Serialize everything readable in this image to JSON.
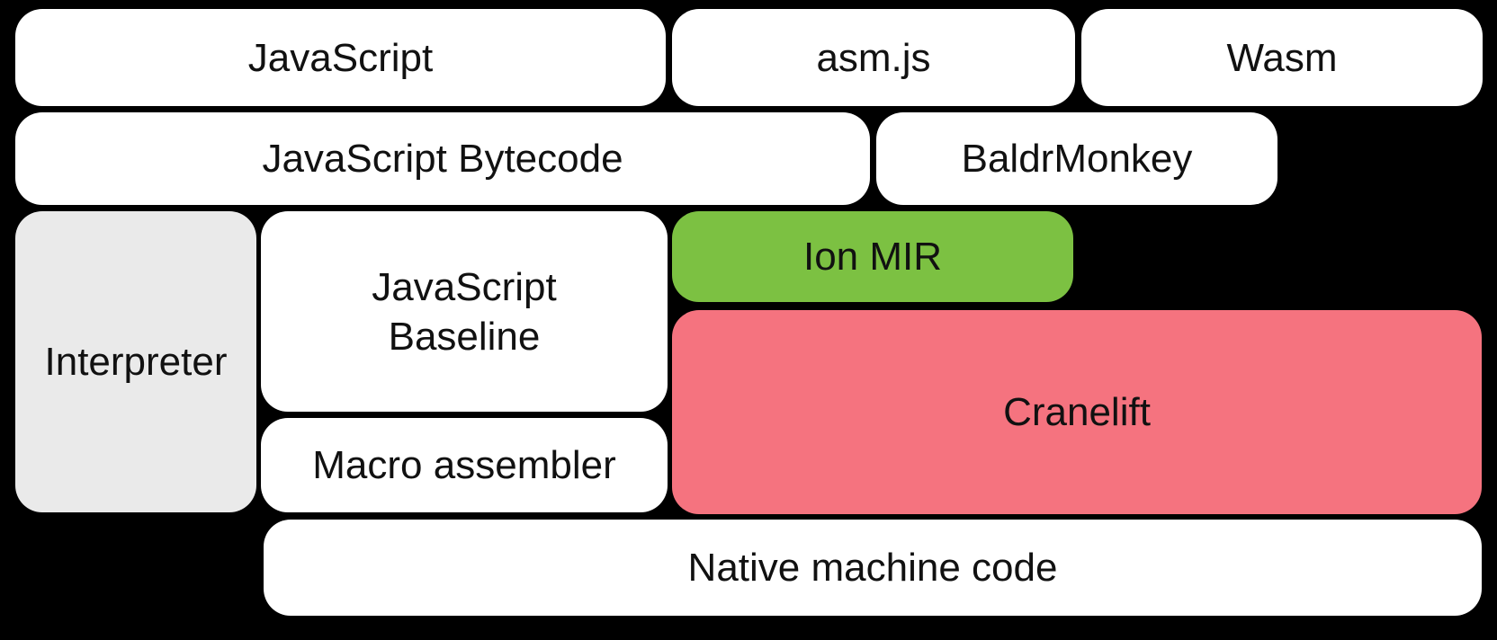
{
  "colors": {
    "background": "#000000",
    "box_white": "#FFFFFF",
    "box_gray": "#EAEAEA",
    "box_green": "#7CC142",
    "box_pink": "#F5737F",
    "text": "#111111"
  },
  "boxes": {
    "javascript": {
      "label": "JavaScript"
    },
    "asm_js": {
      "label": "asm.js"
    },
    "wasm": {
      "label": "Wasm"
    },
    "javascript_bytecode": {
      "label": "JavaScript Bytecode"
    },
    "baldrmonkey": {
      "label": "BaldrMonkey"
    },
    "interpreter": {
      "label": "Interpreter"
    },
    "javascript_baseline": {
      "line1": "JavaScript",
      "line2": "Baseline"
    },
    "ion_mir": {
      "label": "Ion MIR"
    },
    "cranelift": {
      "label": "Cranelift"
    },
    "macro_assembler": {
      "label": "Macro assembler"
    },
    "native_machine_code": {
      "label": "Native machine code"
    }
  }
}
